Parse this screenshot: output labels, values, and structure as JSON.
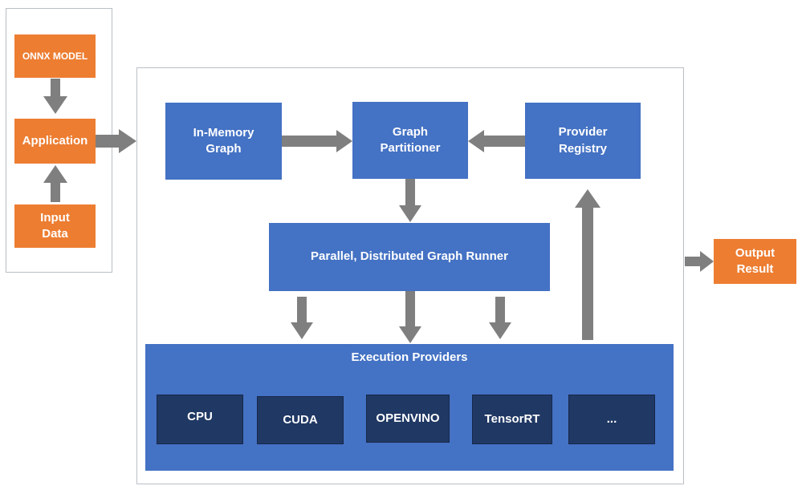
{
  "app": {
    "onnx_model": "ONNX MODEL",
    "application": "Application",
    "input_data": "Input Data"
  },
  "runtime": {
    "in_memory_graph": "In-Memory Graph",
    "graph_partitioner": "Graph Partitioner",
    "provider_registry": "Provider Registry",
    "graph_runner": "Parallel, Distributed Graph Runner",
    "execution_providers": {
      "title": "Execution Providers",
      "items": [
        "CPU",
        "CUDA",
        "OPENVINO",
        "TensorRT",
        "..."
      ]
    }
  },
  "output": "Output Result",
  "colors": {
    "orange": "#ed7d31",
    "blue": "#4472c4",
    "navy": "#203864",
    "arrow": "#7f7f7f"
  }
}
